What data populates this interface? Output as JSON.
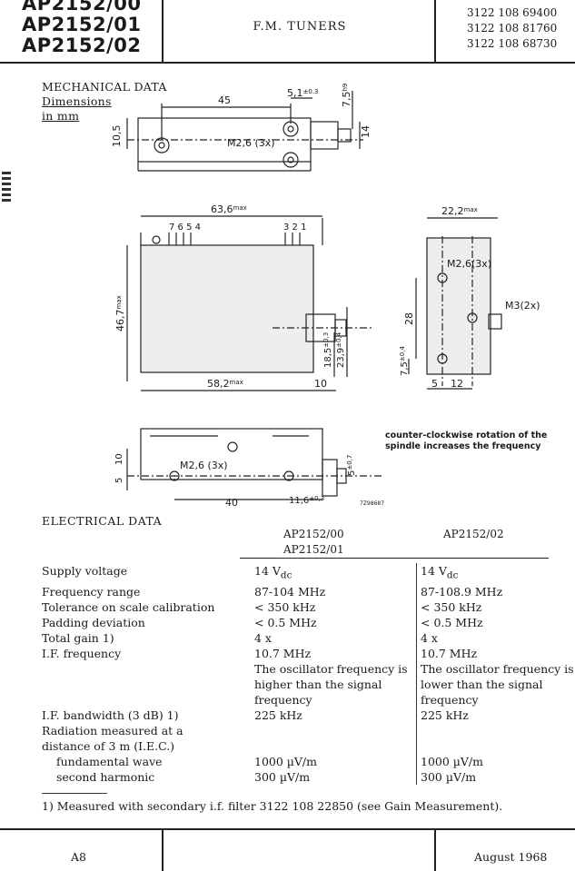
{
  "header": {
    "models": [
      "AP2152/00",
      "AP2152/01",
      "AP2152/02"
    ],
    "title": "F.M. TUNERS",
    "codes": [
      "3122 108 69400",
      "3122 108 81760",
      "3122 108 68730"
    ]
  },
  "mechanical": {
    "title": "MECHANICAL DATA",
    "dims_line1": "Dimensions",
    "dims_line2": "in mm"
  },
  "drawing": {
    "d45": "45",
    "d51": "5,1",
    "d51_tol": "±0.3",
    "d75": "7,5",
    "d75_sup": "h9",
    "d10": "10,5",
    "d14": "14",
    "m26_top": "M2,6 (3x)",
    "d636": "63,6",
    "max": "max",
    "pins_left": "7 6 5 4",
    "pins_right": "3 2 1",
    "d222": "22,2",
    "d467": "46,7",
    "d185": "18,5",
    "tol03": "±0,3",
    "d239": "23,9",
    "tol04": "±0,4",
    "d582": "58,2",
    "d10b": "10",
    "m26_side": "M2,6(3x)",
    "m3": "M3(2x)",
    "d28": "28",
    "d75b": "7,5",
    "d5": "5",
    "d12": "12",
    "rotation_note_1": "counter-clockwise rotation of the",
    "rotation_note_2": "spindle increases the frequency",
    "d10c": "10",
    "d5b": "5",
    "m26_bottom": "M2,6 (3x)",
    "d5c": "5",
    "tol07": "±0,7",
    "d40": "40",
    "d116": "11,6",
    "tol03b": "±0,3",
    "drawing_no": "7Z98687"
  },
  "electrical": {
    "title": "ELECTRICAL DATA",
    "col2_head": [
      "AP2152/00",
      "AP2152/01"
    ],
    "col3_head": "AP2152/02",
    "rows": [
      {
        "label": "Supply voltage",
        "v1": "14 V",
        "v1_sub": "dc",
        "v2": "14 V",
        "v2_sub": "dc"
      },
      {
        "label": "Frequency range",
        "v1": "87-104 MHz",
        "v2": "87-108.9 MHz"
      },
      {
        "label": "Tolerance on scale calibration",
        "v1": "< 350 kHz",
        "v2": "< 350 kHz"
      },
      {
        "label": "Padding deviation",
        "v1": "< 0.5 MHz",
        "v2": "< 0.5 MHz"
      },
      {
        "label": "Total gain 1)",
        "v1": "4 x",
        "v2": "4 x"
      },
      {
        "label": "I.F. frequency",
        "v1": "10.7 MHz",
        "v2": "10.7 MHz"
      }
    ],
    "osc_note_1": "The oscillator frequency is higher than the signal frequency",
    "osc_note_2": "The oscillator frequency is lower than the signal frequency",
    "bandwidth": {
      "label": "I.F. bandwidth (3 dB) 1)",
      "v1": "225 kHz",
      "v2": "225 kHz"
    },
    "radiation_1": "Radiation measured at a",
    "radiation_2": "distance of 3 m (I.E.C.)",
    "fundamental": {
      "label": "fundamental wave",
      "v1": "1000 µV/m",
      "v2": "1000 µV/m"
    },
    "second": {
      "label": "second harmonic",
      "v1": "300 µV/m",
      "v2": "300 µV/m"
    }
  },
  "footnote": "1) Measured with secondary i.f. filter 3122 108 22850 (see Gain Measurement).",
  "footer": {
    "page": "A8",
    "date": "August 1968"
  }
}
